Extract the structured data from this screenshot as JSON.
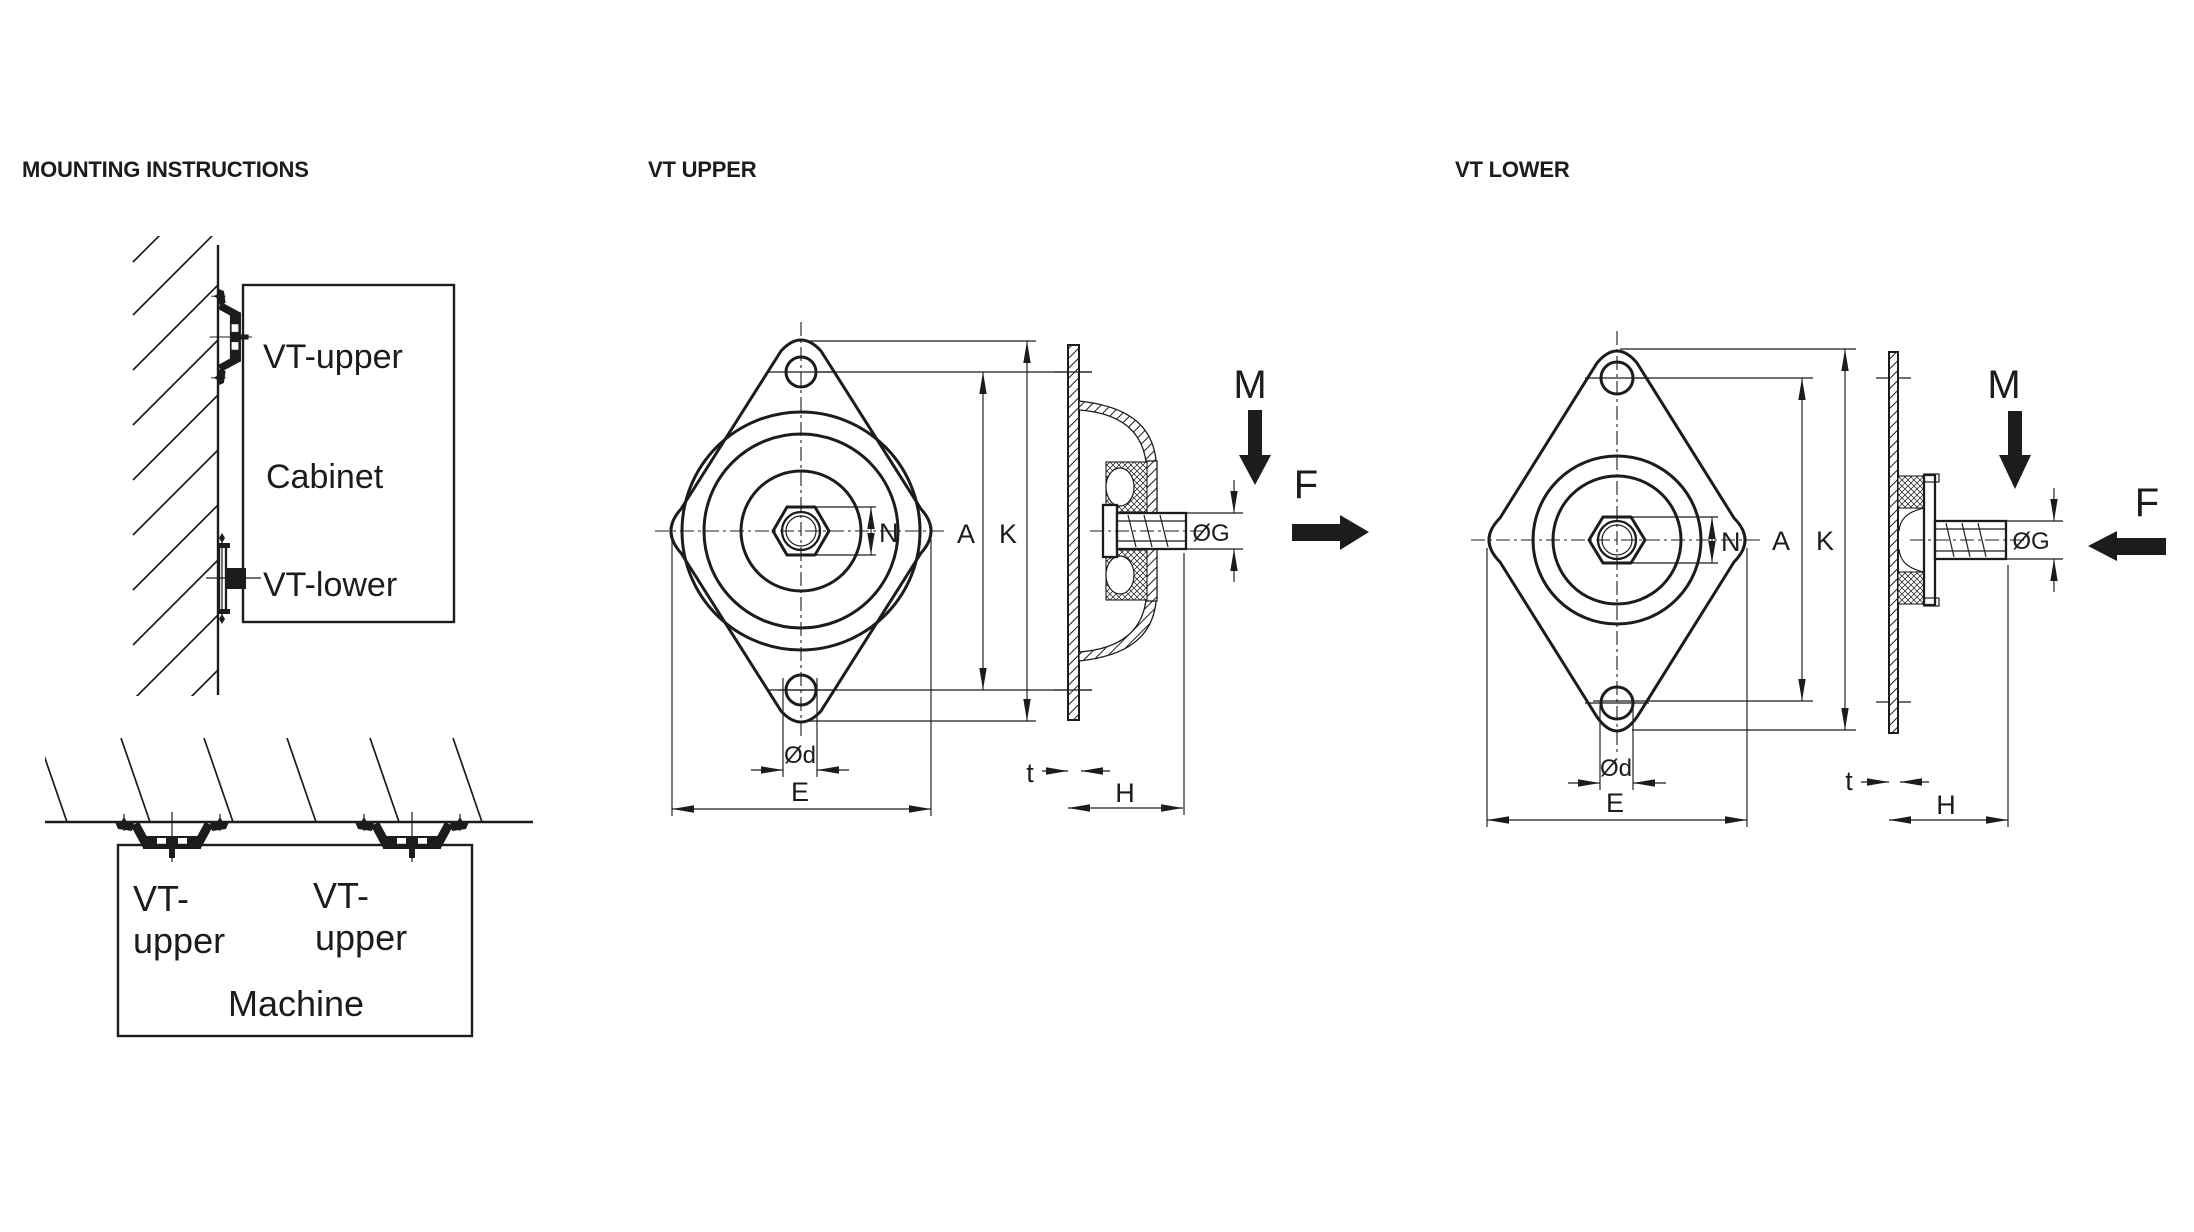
{
  "palette": {
    "ink": "#1c1c1c",
    "paper": "#ffffff"
  },
  "headers": {
    "mounting": "MOUNTING INSTRUCTIONS",
    "vt_upper": "VT UPPER",
    "vt_lower": "VT LOWER"
  },
  "mounting": {
    "wall": {
      "vt_upper": "VT-upper",
      "cabinet": "Cabinet",
      "vt_lower": "VT-lower"
    },
    "ceiling": {
      "mount1": {
        "line1": "VT-",
        "line2": "upper"
      },
      "mount2": {
        "line1": "VT-",
        "line2": "upper"
      },
      "machine": "Machine"
    }
  },
  "vt_upper": {
    "dims": {
      "n": "N",
      "a": "A",
      "k": "K",
      "d": "Ød",
      "e": "E",
      "t": "t",
      "h": "H",
      "g": "ØG",
      "moment": "M",
      "force": "F"
    }
  },
  "vt_lower": {
    "dims": {
      "n": "N",
      "a": "A",
      "k": "K",
      "d": "Ød",
      "e": "E",
      "t": "t",
      "h": "H",
      "g": "ØG",
      "moment": "M",
      "force": "F"
    }
  }
}
